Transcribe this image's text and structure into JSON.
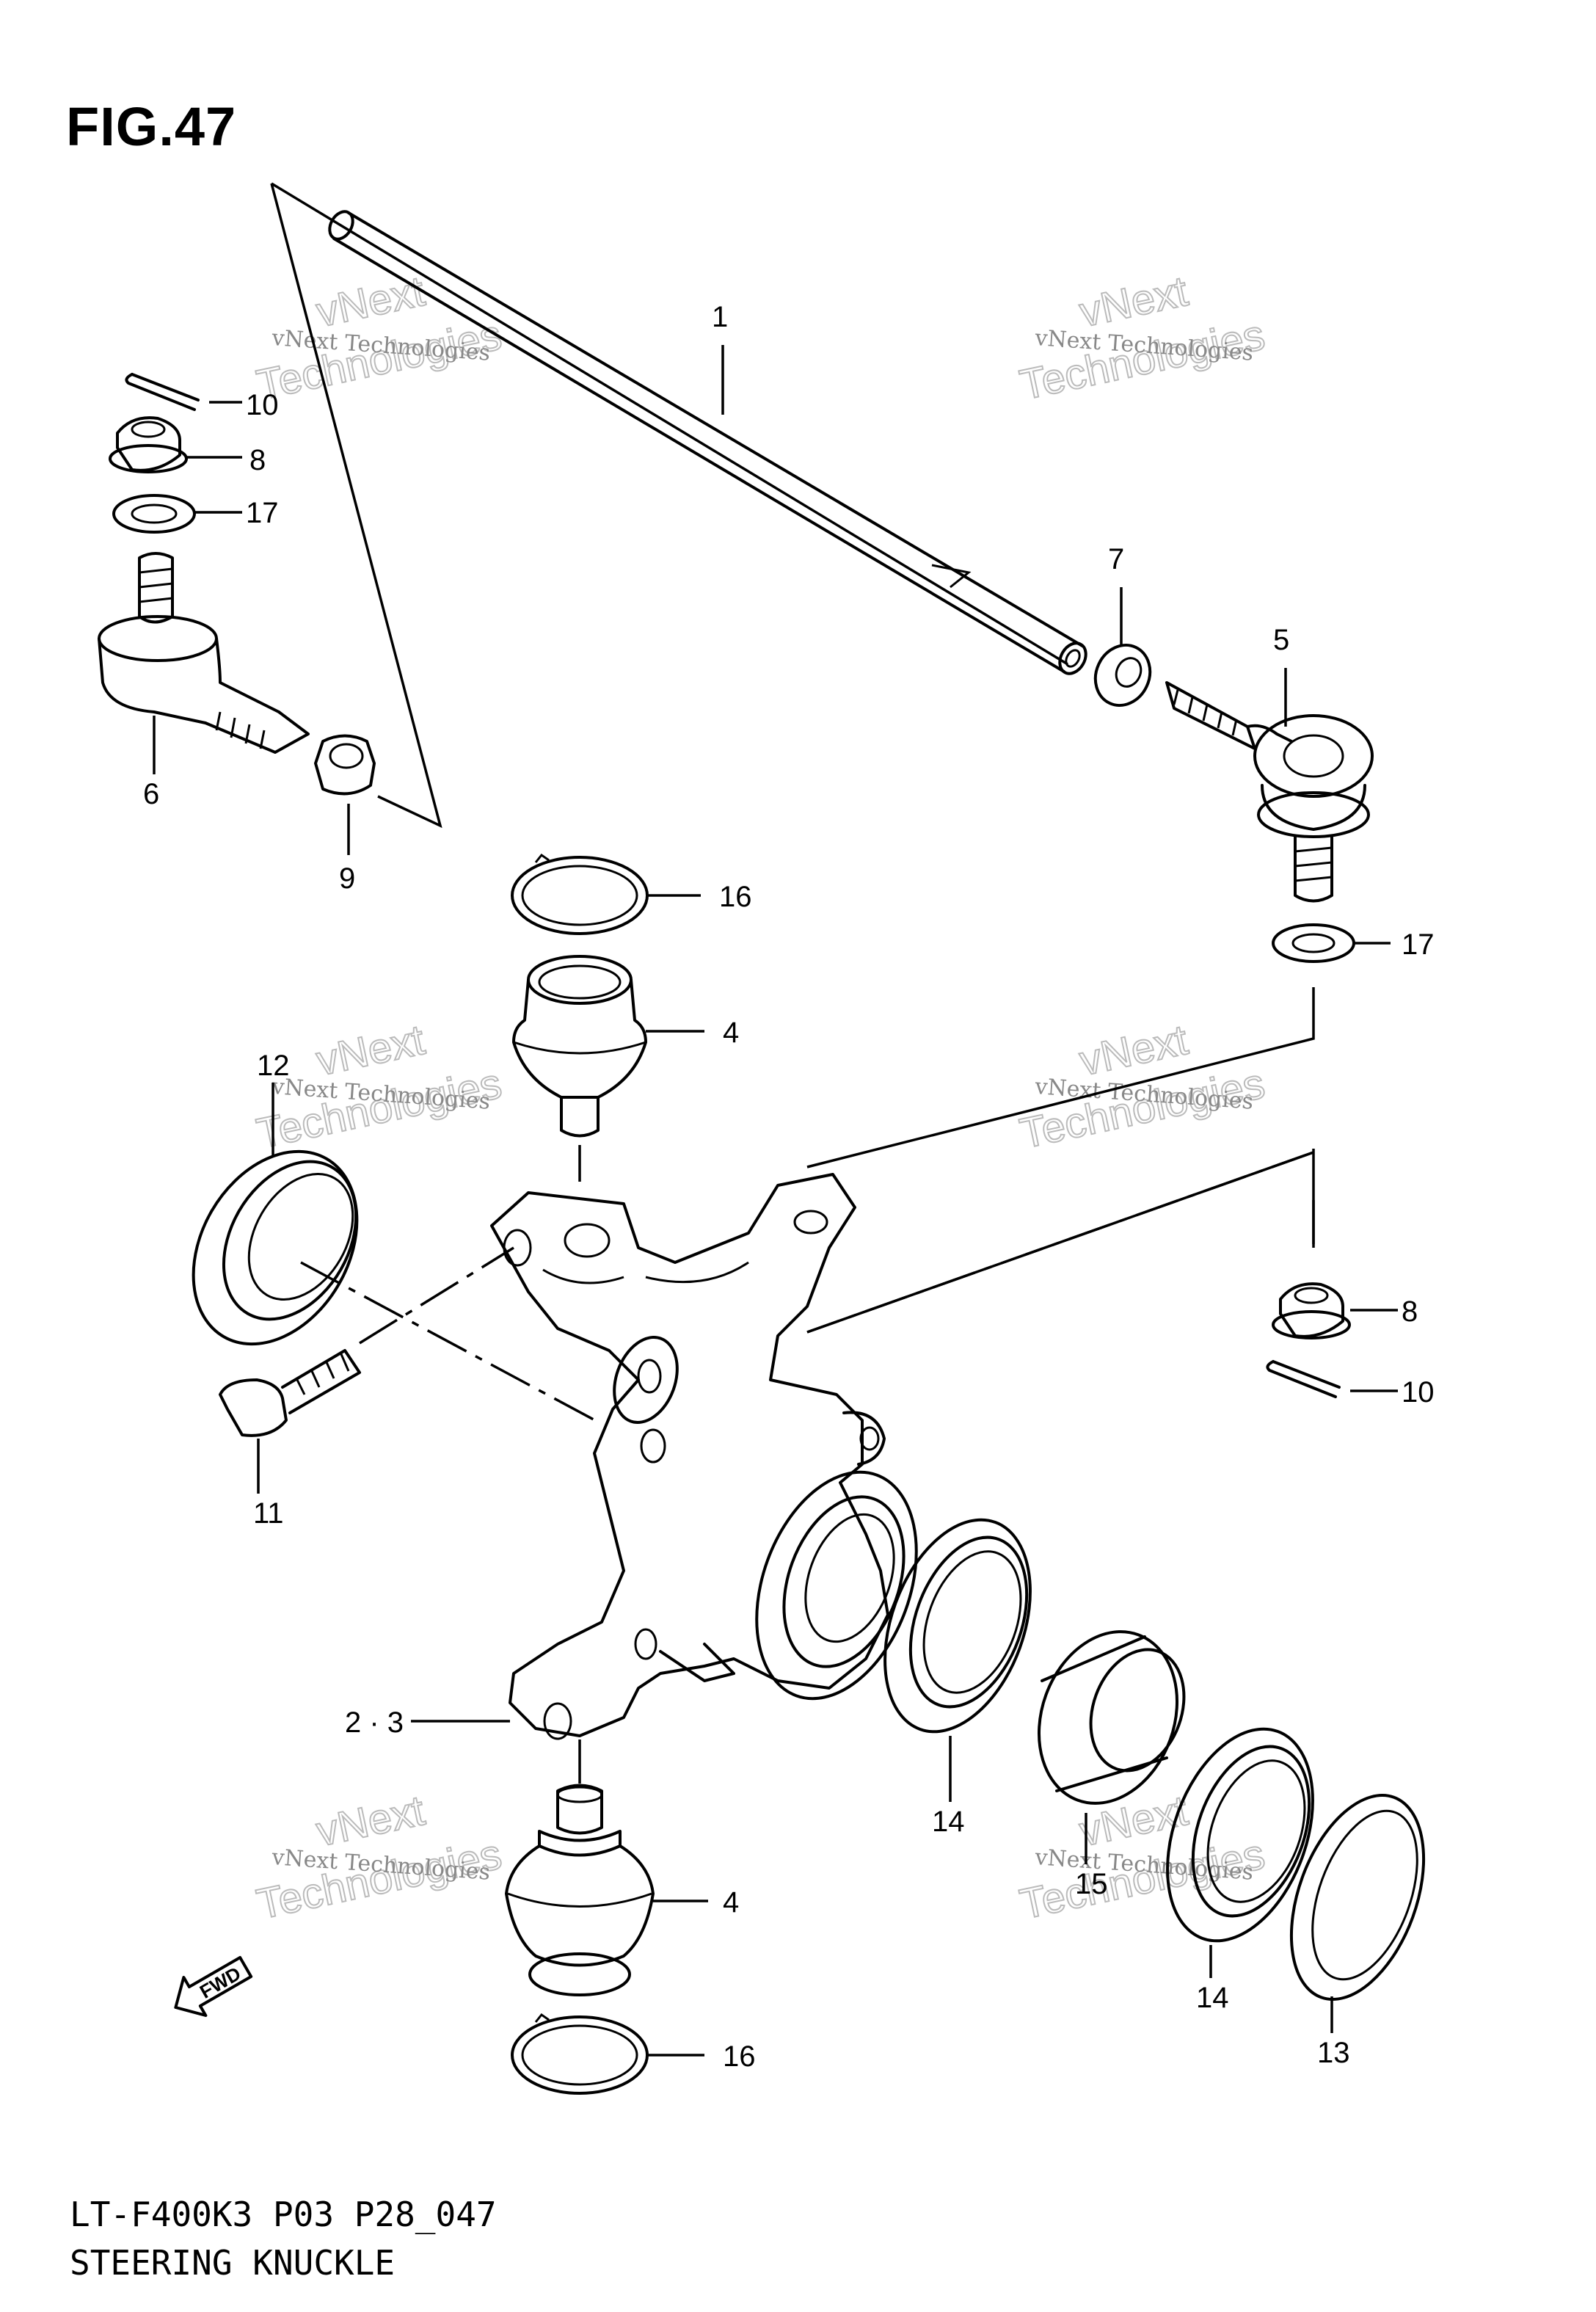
{
  "figure": {
    "title": "FIG.47",
    "model_code": "LT-F400K3 P03 P28_047",
    "caption": "STEERING KNUCKLE"
  },
  "callouts": [
    {
      "id": "c1",
      "text": "1"
    },
    {
      "id": "c10a",
      "text": "10"
    },
    {
      "id": "c8a",
      "text": "8"
    },
    {
      "id": "c17a",
      "text": "17"
    },
    {
      "id": "c7",
      "text": "7"
    },
    {
      "id": "c5",
      "text": "5"
    },
    {
      "id": "c6",
      "text": "6"
    },
    {
      "id": "c9",
      "text": "9"
    },
    {
      "id": "c16a",
      "text": "16"
    },
    {
      "id": "c17b",
      "text": "17"
    },
    {
      "id": "c4a",
      "text": "4"
    },
    {
      "id": "c12",
      "text": "12"
    },
    {
      "id": "c8b",
      "text": "8"
    },
    {
      "id": "c10b",
      "text": "10"
    },
    {
      "id": "c11",
      "text": "11"
    },
    {
      "id": "c23",
      "text": "2 · 3"
    },
    {
      "id": "c14a",
      "text": "14"
    },
    {
      "id": "c15",
      "text": "15"
    },
    {
      "id": "c4b",
      "text": "4"
    },
    {
      "id": "c14b",
      "text": "14"
    },
    {
      "id": "c13",
      "text": "13"
    },
    {
      "id": "c16b",
      "text": "16"
    }
  ],
  "fwd_badge": "FWD",
  "watermark": {
    "line1": "vNext Technologies",
    "line2": "vNext",
    "line3": "Technologies"
  }
}
